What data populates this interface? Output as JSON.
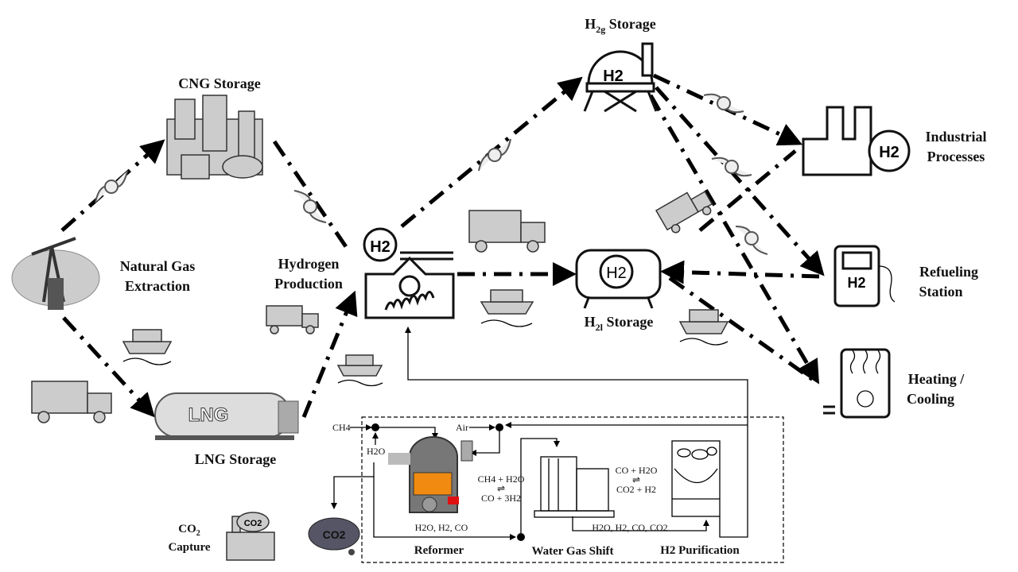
{
  "nodes": {
    "h2g_storage": {
      "main": "H",
      "sub": "2g",
      "rest": " Storage",
      "icon_text": "H2"
    },
    "cng_storage": "CNG Storage",
    "natural_gas": [
      "Natural Gas",
      "Extraction"
    ],
    "hydrogen_production": [
      "Hydrogen",
      "Production"
    ],
    "production_icon_text": "H2",
    "lng_storage": "LNG Storage",
    "lng_tank_text": "LNG",
    "h2l_storage": {
      "main": "H",
      "sub": "2l",
      "rest": " Storage",
      "icon_text": "H2"
    },
    "industrial": [
      "Industrial",
      "Processes"
    ],
    "industrial_icon_text": "H2",
    "refueling": [
      "Refueling",
      "Station"
    ],
    "refueling_icon_text": "H2",
    "heating": [
      "Heating /",
      "Cooling"
    ],
    "co2_capture": {
      "main": "CO",
      "sub": "2",
      "line2": "Capture",
      "icon_text": "CO2"
    }
  },
  "process_box": {
    "ch4": "CH4",
    "h2o": "H2O",
    "air": "Air",
    "reformer_reaction": [
      "CH4 + H2O",
      "⇌",
      "CO + 3H2"
    ],
    "wgs_reaction": [
      "CO + H2O",
      "⇌",
      "CO2 + H2"
    ],
    "reformer_out": "H2O, H2, CO",
    "wgs_out": "H2O, H2, CO, CO2",
    "reformer": "Reformer",
    "water_gas_shift": "Water Gas Shift",
    "purification": "H2 Purification",
    "co2_cloud_text": "CO2"
  },
  "colors": {
    "arrows": "#000000",
    "flame": "#f08a10",
    "heater": "#e01010"
  }
}
